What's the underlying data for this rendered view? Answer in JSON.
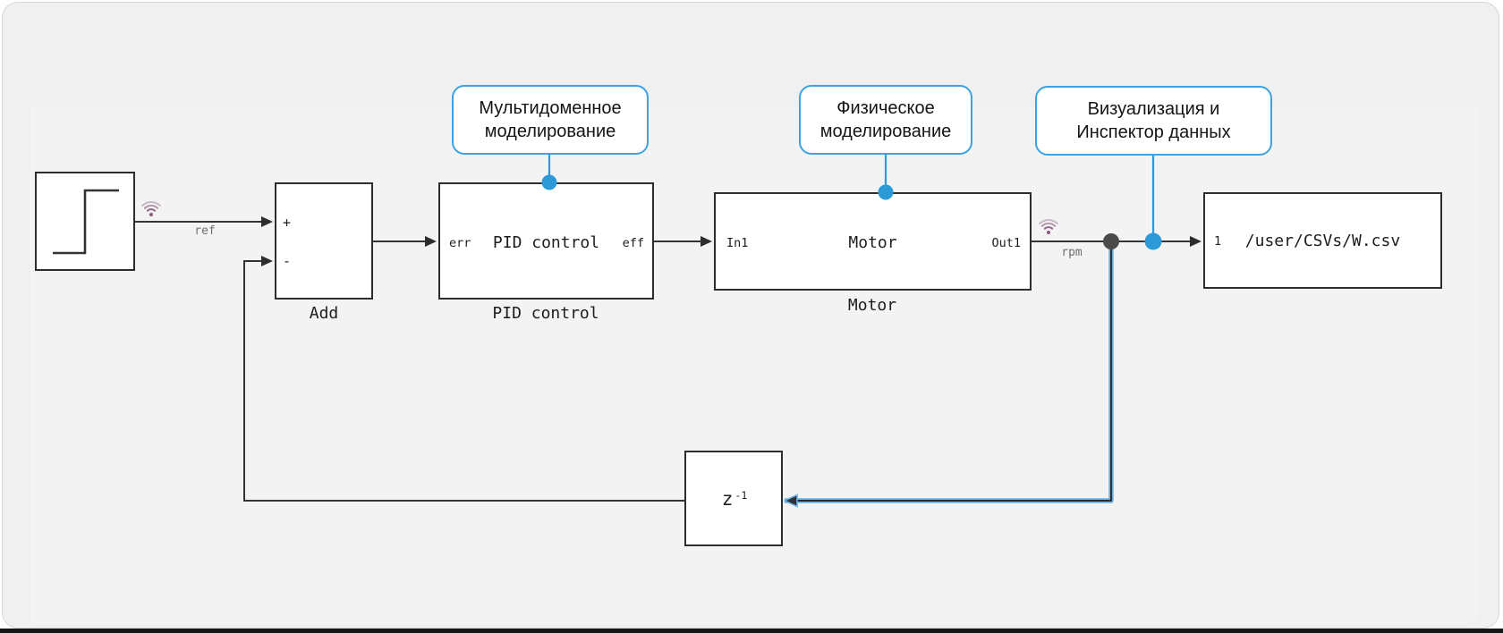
{
  "diagram": {
    "blocks": {
      "step": {},
      "add": {
        "label": "Add",
        "port_plus": "+",
        "port_minus": "-"
      },
      "pid": {
        "title": "PID control",
        "label": "PID control",
        "port_in": "err",
        "port_out": "eff"
      },
      "motor": {
        "title": "Motor",
        "label": "Motor",
        "port_in": "In1",
        "port_out": "Out1"
      },
      "tofile": {
        "title": "/user/CSVs/W.csv",
        "port_in": "1"
      },
      "delay": {
        "base": "z",
        "exp": "-1"
      }
    },
    "signals": {
      "ref": "ref",
      "rpm": "rpm"
    },
    "callouts": {
      "multidomain": {
        "line1": "Мультидоменное",
        "line2": "моделирование"
      },
      "physical": {
        "line1": "Физическое",
        "line2": "моделирование"
      },
      "visualization": {
        "line1": "Визуализация и",
        "line2": "Инспектор данных"
      }
    },
    "colors": {
      "accent_blue": "#2b9ad7",
      "callout_border": "#3da2de",
      "wire": "#333333",
      "highlight_outline": "#6fb0df",
      "logging_badge_purple": "#8a5f80",
      "branch_dot": "#4a4a4a",
      "canvas_bg": "#f0f0f1"
    }
  }
}
